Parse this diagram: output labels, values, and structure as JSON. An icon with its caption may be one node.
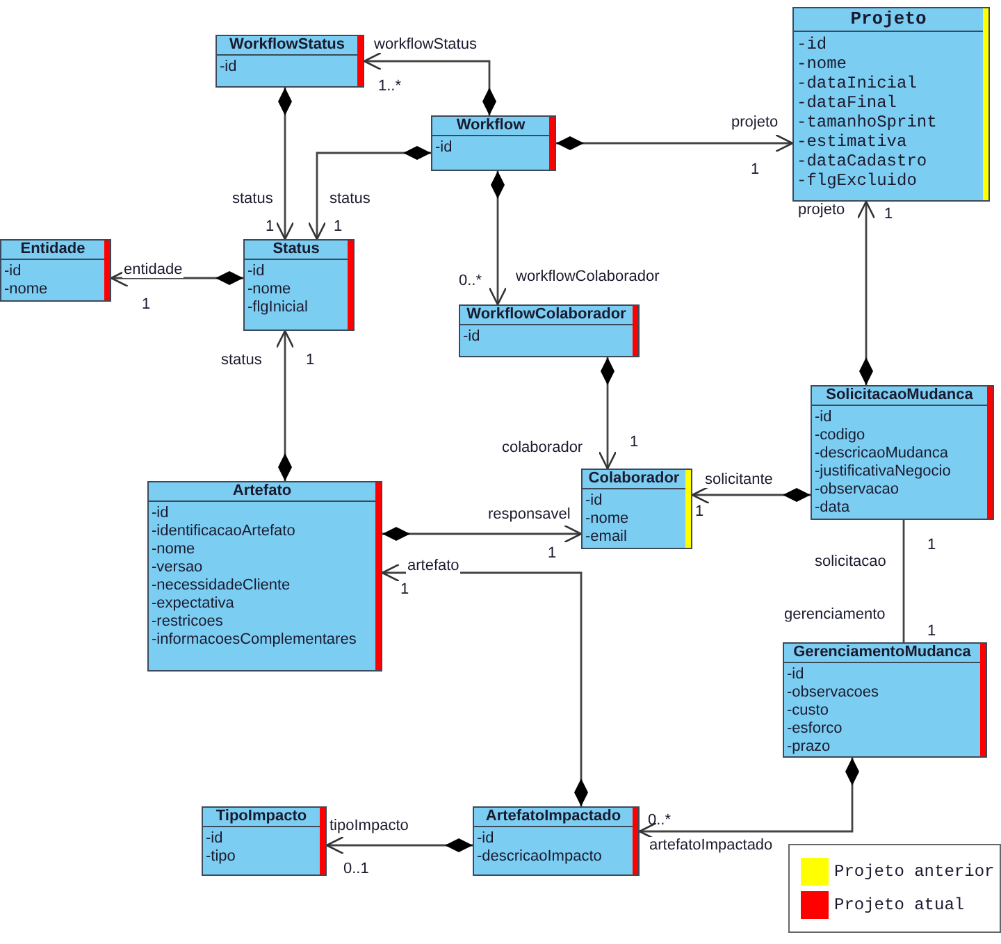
{
  "diagram": {
    "nodes": [
      {
        "text": [
          "WorkflowStatus",
          "-id"
        ]
      },
      {
        "text": [
          "Workflow",
          "-id"
        ]
      },
      {
        "text": [
          "Projeto",
          "-id",
          "-nome",
          "-dataInicial",
          "-dataFinal",
          "-tamanhoSprint",
          "-estimativa",
          "-dataCadastro",
          "-flgExcluido"
        ]
      },
      {
        "text": [
          "Entidade",
          "-id",
          "-nome"
        ]
      },
      {
        "text": [
          "Status",
          "-id",
          "-nome",
          "-flgInicial"
        ]
      },
      {
        "text": [
          "WorkflowColaborador",
          "-id"
        ]
      },
      {
        "text": [
          "SolicitacaoMudanca",
          "-id",
          "-codigo",
          "-descricaoMudanca",
          "-justificativaNegocio",
          "-observacao",
          "-data"
        ]
      },
      {
        "text": [
          "Artefato",
          "-id",
          "-identificacaoArtefato",
          "-nome",
          "-versao",
          "-necessidadeCliente",
          "-expectativa",
          "-restricoes",
          "-informacoesComplementares"
        ]
      },
      {
        "text": [
          "Colaborador",
          "-id",
          "-nome",
          "-email"
        ]
      },
      {
        "text": [
          "GerenciamentoMudanca",
          "-id",
          "-observacoes",
          "-custo",
          "-esforco",
          "-prazo"
        ]
      },
      {
        "text": [
          "TipoImpacto",
          "-id",
          "-tipo"
        ]
      },
      {
        "text": [
          "ArtefatoImpactado",
          "-id",
          "-descricaoImpacto"
        ]
      }
    ],
    "edges": [
      {
        "from": 1,
        "to": 0,
        "arrow": "to",
        "label": "workflowStatus"
      },
      {
        "from": 0,
        "to": 4,
        "arrow": "to",
        "label": "status"
      },
      {
        "from": 1,
        "to": 4,
        "arrow": "to",
        "label": "status"
      },
      {
        "from": 1,
        "to": 2,
        "arrow": "to",
        "label": "projeto"
      },
      {
        "from": 1,
        "to": 5,
        "arrow": "to",
        "label": "workflowColaborador"
      },
      {
        "from": 4,
        "to": 3,
        "arrow": "to",
        "label": "entidade"
      },
      {
        "from": 7,
        "to": 4,
        "arrow": "to",
        "label": "status"
      },
      {
        "from": 6,
        "to": 2,
        "arrow": "to",
        "label": "projeto"
      },
      {
        "from": 5,
        "to": 8,
        "arrow": "to",
        "label": "colaborador"
      },
      {
        "from": 6,
        "to": 8,
        "arrow": "to",
        "label": "solicitante"
      },
      {
        "from": 7,
        "to": 8,
        "arrow": "to",
        "label": "responsavel"
      },
      {
        "from": 11,
        "to": 7,
        "arrow": "to",
        "label": "artefato"
      },
      {
        "from": 6,
        "to": 9,
        "arrow": "none",
        "label": "gerenciamento"
      },
      {
        "from": 9,
        "to": 11,
        "arrow": "to",
        "label": "artefatoImpactado"
      },
      {
        "from": 11,
        "to": 10,
        "arrow": "to",
        "label": "tipoImpacto"
      }
    ],
    "labels": [
      "1..*",
      "1",
      "1",
      "1",
      "0..*",
      "1",
      "1",
      "1",
      "1",
      "1",
      "1",
      "1",
      "solicitacao",
      "1",
      "1",
      "0..*",
      "0..1"
    ],
    "legend": [
      {
        "text": "Projeto anterior",
        "color": "#ffff00"
      },
      {
        "text": "Projeto atual",
        "color": "#ff0000"
      }
    ]
  }
}
